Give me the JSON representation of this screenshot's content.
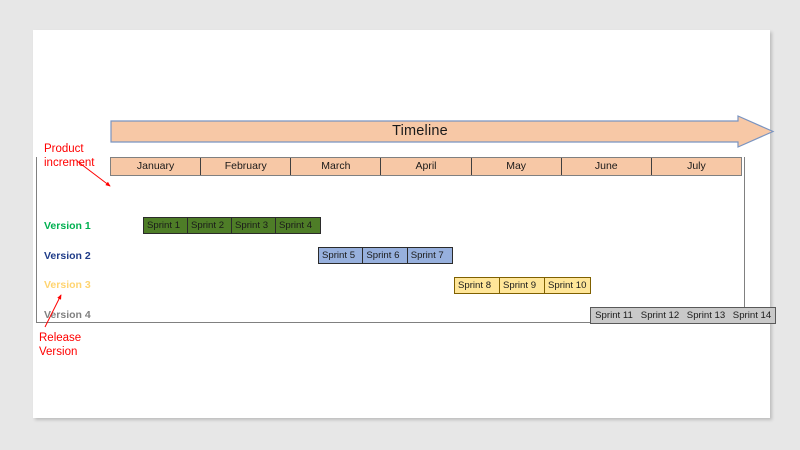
{
  "slide": {
    "timeline": {
      "label": "Timeline",
      "arrow_fill": "#f7c8a6",
      "arrow_border": "#7a94c0"
    },
    "months": {
      "header_fill": "#f7c8a6",
      "items": [
        {
          "label": "January"
        },
        {
          "label": "February"
        },
        {
          "label": "March"
        },
        {
          "label": "April"
        },
        {
          "label": "May"
        },
        {
          "label": "June"
        },
        {
          "label": "July"
        }
      ]
    },
    "versions": [
      {
        "label": "Version 1",
        "color": "#00b050",
        "bar_fill": "#4e7d27",
        "sprints": [
          "Sprint 1",
          "Sprint 2",
          "Sprint 3",
          "Sprint 4"
        ]
      },
      {
        "label": "Version 2",
        "color": "#1f3c88",
        "bar_fill": "#97b0dd",
        "sprints": [
          "Sprint 5",
          "Sprint 6",
          "Sprint 7"
        ]
      },
      {
        "label": "Version 3",
        "color": "#ffd470",
        "bar_fill": "#ffe699",
        "sprints": [
          "Sprint 8",
          "Sprint 9",
          "Sprint 10"
        ]
      },
      {
        "label": "Version 4",
        "color": "#808080",
        "bar_fill": "#c9c9c9",
        "sprints": [
          "Sprint 11",
          "Sprint 12",
          "Sprint 13",
          "Sprint 14"
        ]
      }
    ],
    "annotations": {
      "color": "#ff0000",
      "product_increment": {
        "line1": "Product",
        "line2": "increment"
      },
      "release_version": {
        "line1": "Release",
        "line2": "Version"
      }
    }
  }
}
